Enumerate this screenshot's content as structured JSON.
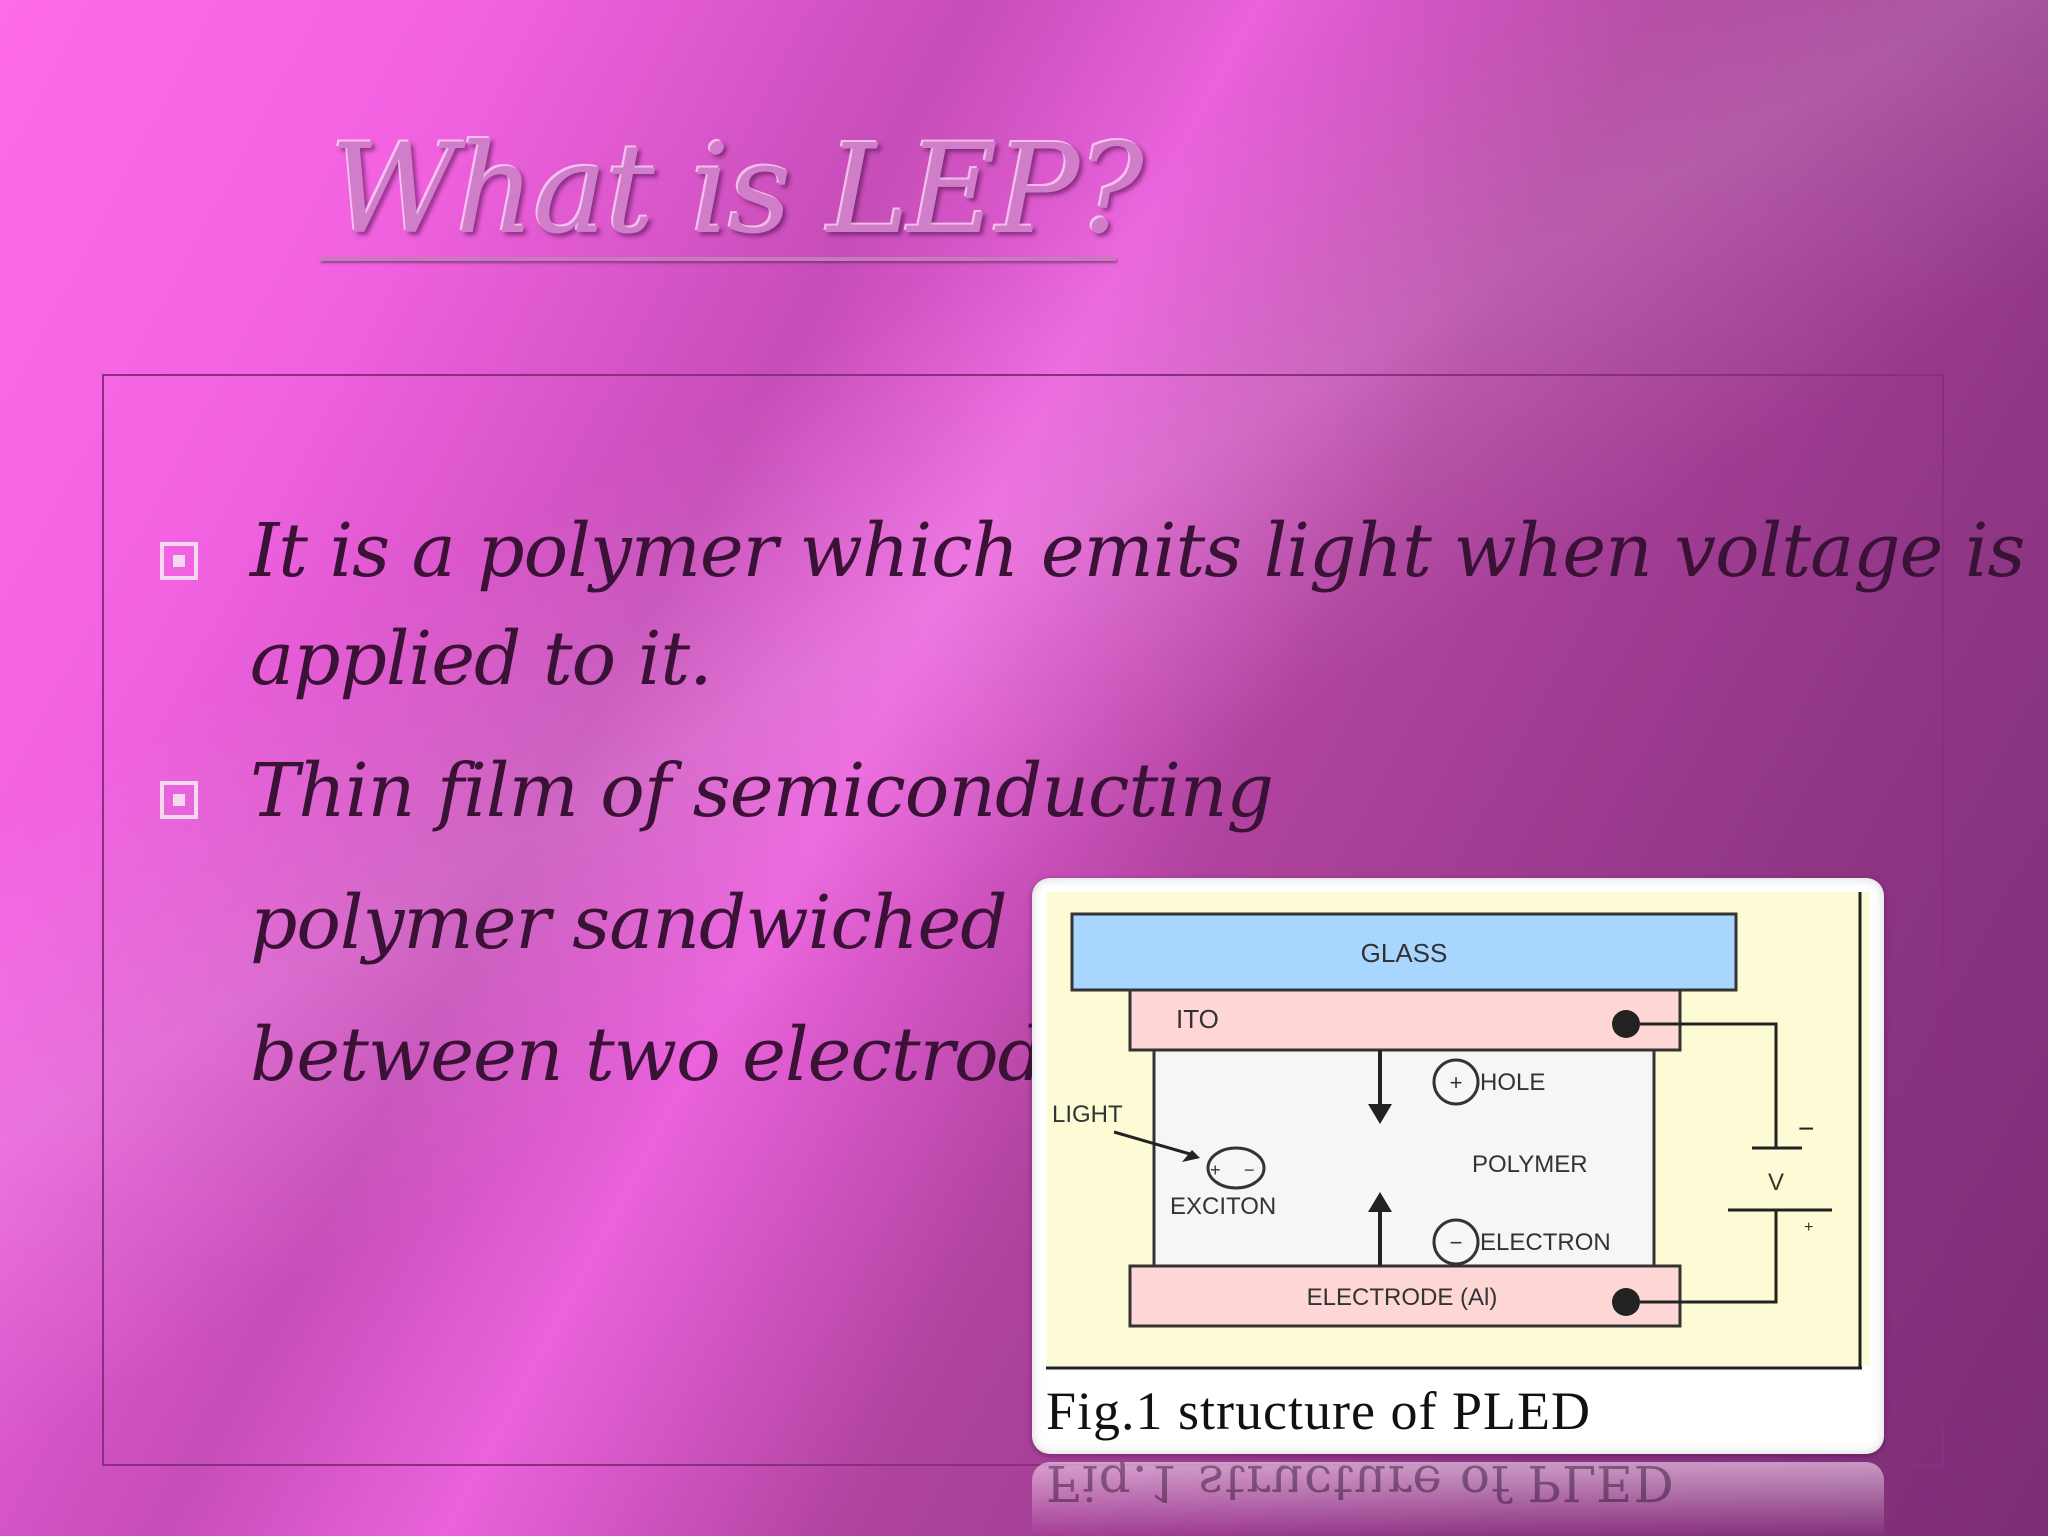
{
  "slide": {
    "title": "What is LEP?",
    "bullets": [
      {
        "lines": [
          "It is a polymer which  emits  light when voltage is",
          "applied to it."
        ]
      },
      {
        "lines": [
          "Thin film of semiconducting",
          "polymer sandwiched",
          "between two electrodes."
        ]
      }
    ]
  },
  "figure": {
    "caption": "Fig.1  structure of  PLED",
    "labels": {
      "glass": "GLASS",
      "ito": "ITO",
      "hole": "HOLE",
      "light": "LIGHT",
      "polymer": "POLYMER",
      "exciton": "EXCITON",
      "electron": "ELECTRON",
      "electrode": "ELECTRODE (Al)",
      "voltage": "V",
      "minus": "−",
      "plus": "+"
    },
    "colors": {
      "glass": "#a9d6ff",
      "ito": "#ffd6d6",
      "electrode": "#ffd6d6",
      "background": "#fdfbd5",
      "polymer": "#f6f6f6"
    }
  }
}
